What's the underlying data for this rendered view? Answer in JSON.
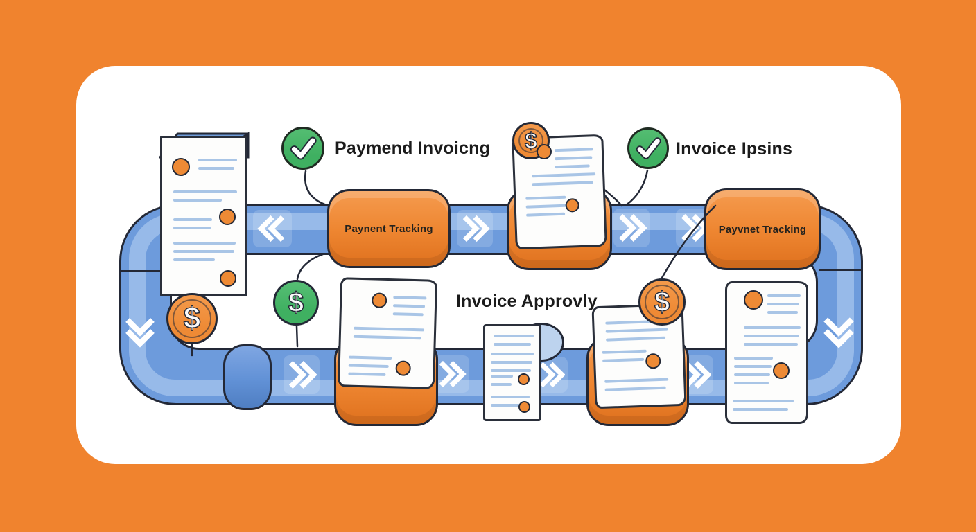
{
  "palette": {
    "background": "#F0832E",
    "card": "#FFFFFF",
    "pipe": "#6D9BDC",
    "pipe_highlight": "#A5C4EE",
    "band": "#EE8631",
    "band_light": "#F59B4F",
    "band_dark": "#DF711E",
    "coin": "#EE8A35",
    "green": "#3FB061",
    "outline": "#232836",
    "doc_line": "#A9C5E6",
    "ink": "#1B1B1B"
  },
  "stages": {
    "payment_invoicing": {
      "label": "Paymend Invoicng",
      "icon": "check-circle"
    },
    "invoice_ipsins": {
      "label": "Invoice Ipsins",
      "icon": "check-circle"
    },
    "invoice_approval": {
      "label": "Invoice Approvly"
    },
    "band_left": {
      "label": "Paynent Tracking"
    },
    "band_right": {
      "label": "Payvnet Tracking"
    }
  },
  "symbols": {
    "dollar": "$"
  }
}
